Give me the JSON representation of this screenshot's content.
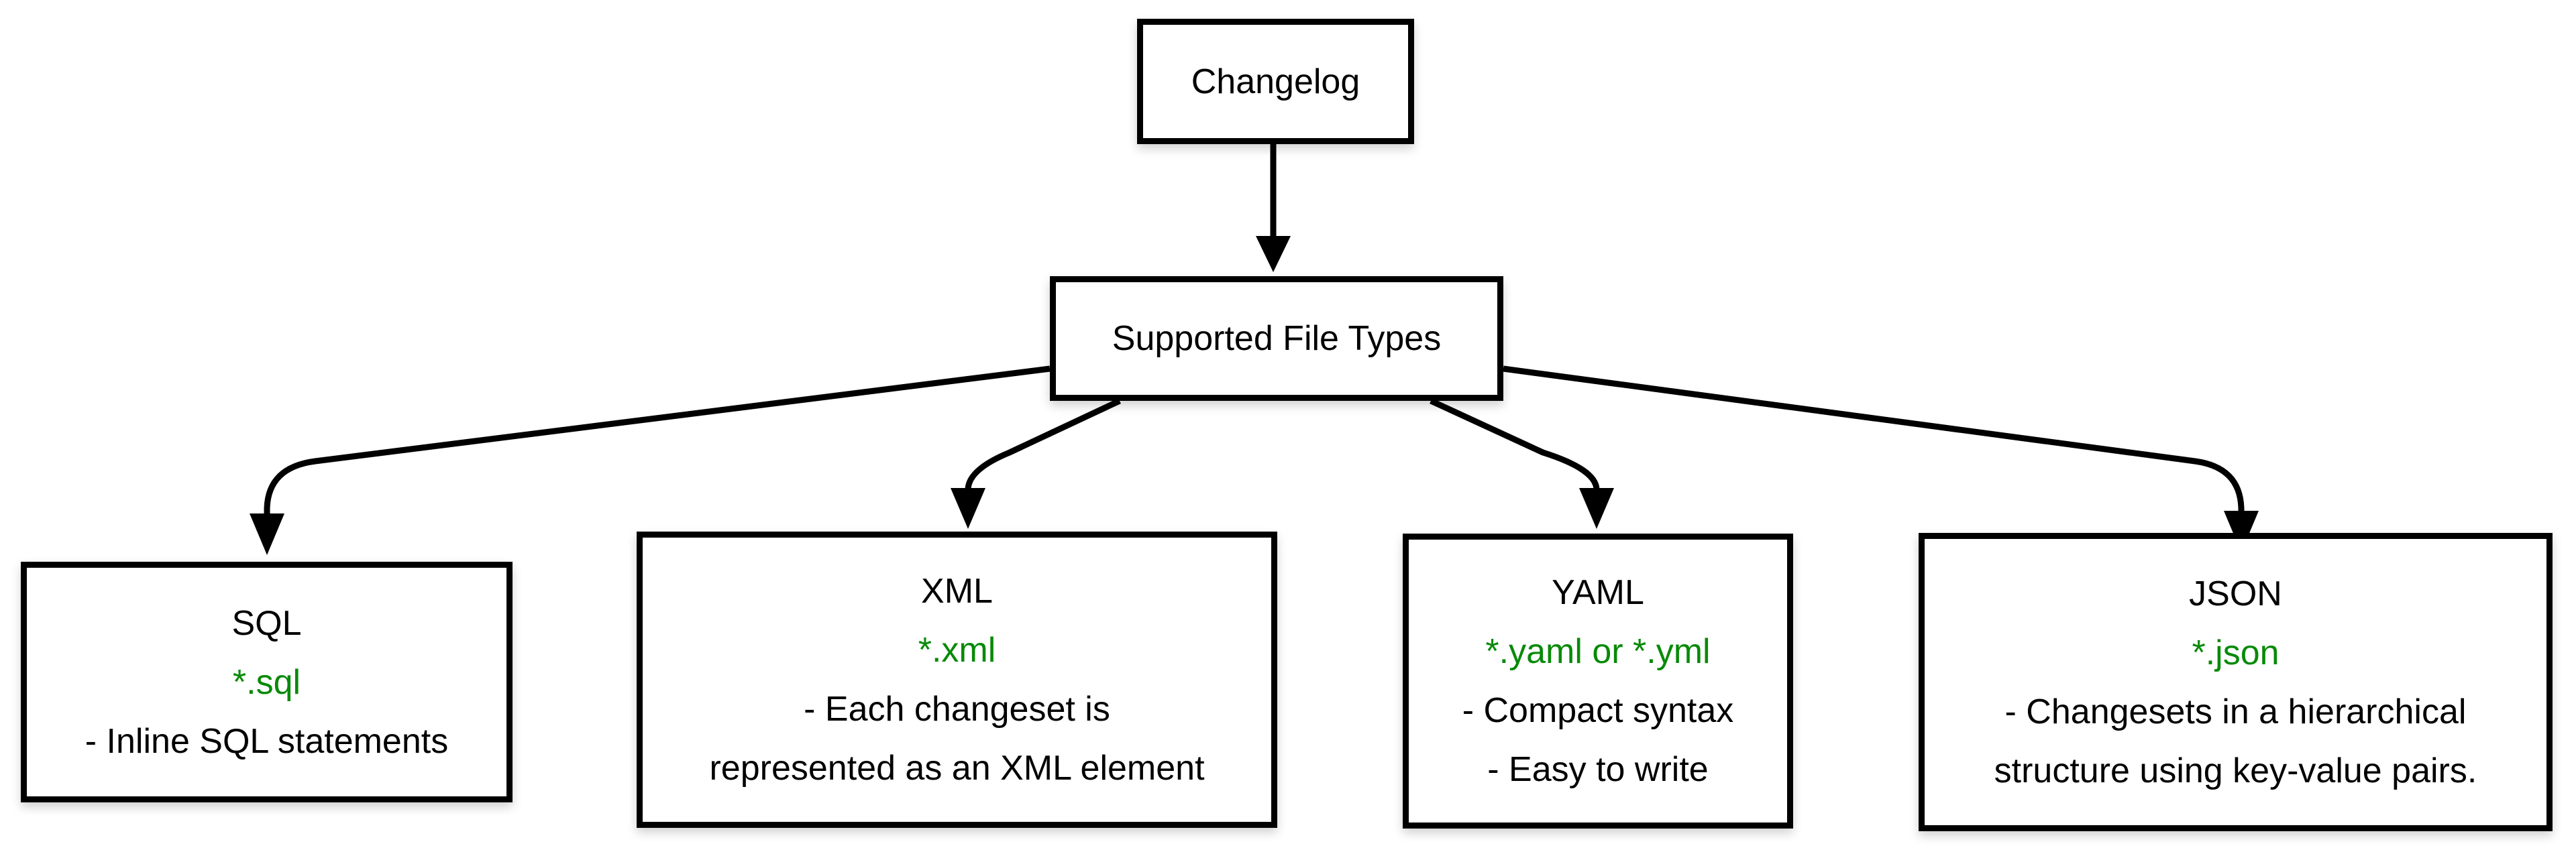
{
  "diagram": {
    "root_node": {
      "label": "Changelog"
    },
    "hub_node": {
      "label": "Supported File Types"
    },
    "file_types": [
      {
        "title": "SQL",
        "pattern": "*.sql",
        "notes": [
          "- Inline SQL statements"
        ]
      },
      {
        "title": "XML",
        "pattern": "*.xml",
        "notes": [
          "- Each changeset is",
          "represented as an XML element"
        ]
      },
      {
        "title": "YAML",
        "pattern": "*.yaml or *.yml",
        "notes": [
          "- Compact syntax",
          "- Easy to write"
        ]
      },
      {
        "title": "JSON",
        "pattern": "*.json",
        "notes": [
          "- Changesets in a hierarchical",
          "structure using key-value pairs."
        ]
      }
    ],
    "colors": {
      "pattern_text": "#088a08",
      "node_border": "#000000",
      "node_fill": "#ffffff",
      "connector": "#000000",
      "background": "#ffffff"
    }
  }
}
